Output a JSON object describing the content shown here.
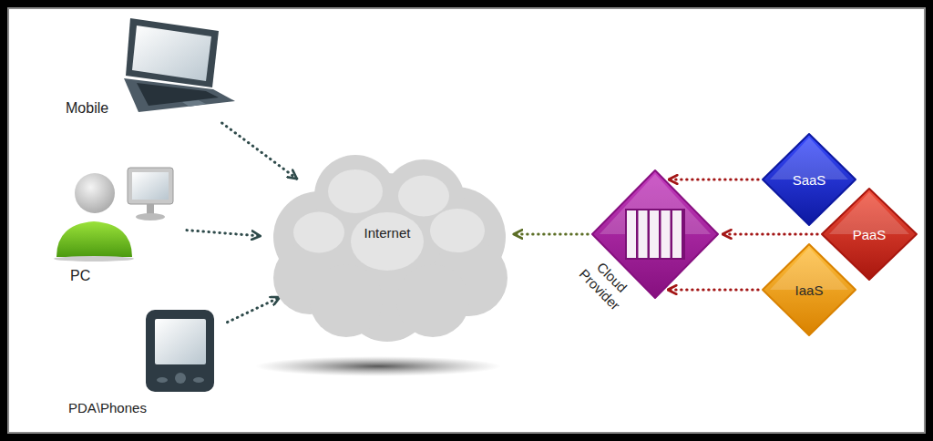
{
  "diagram": {
    "nodes": [
      {
        "text": [
          "Mobile"
        ]
      },
      {
        "text": [
          "PC"
        ]
      },
      {
        "text": [
          "PDA\\Phones"
        ]
      },
      {
        "text": [
          "Internet"
        ]
      },
      {
        "text": [
          "Cloud Provider"
        ]
      },
      {
        "text": [
          "SaaS"
        ]
      },
      {
        "text": [
          "PaaS"
        ]
      },
      {
        "text": [
          "IaaS"
        ]
      }
    ],
    "edges": [
      {
        "from": 0,
        "to": 3,
        "arrow": "to"
      },
      {
        "from": 1,
        "to": 3,
        "arrow": "to"
      },
      {
        "from": 2,
        "to": 3,
        "arrow": "to"
      },
      {
        "from": 4,
        "to": 3,
        "arrow": "to"
      },
      {
        "from": 5,
        "to": 4,
        "arrow": "to"
      },
      {
        "from": 6,
        "to": 4,
        "arrow": "to"
      },
      {
        "from": 7,
        "to": 4,
        "arrow": "to"
      }
    ]
  }
}
